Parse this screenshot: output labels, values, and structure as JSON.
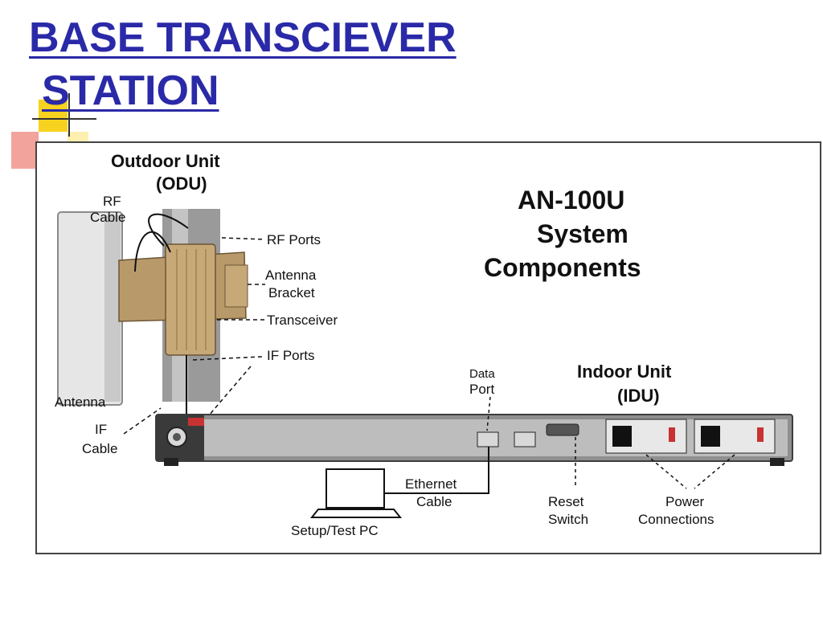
{
  "slide": {
    "title_line1": "BASE TRANSCIEVER",
    "title_line2": "STATION"
  },
  "diagram": {
    "heading": {
      "line1": "AN-100U",
      "line2": "System",
      "line3": "Components"
    },
    "odu": {
      "line1": "Outdoor Unit",
      "line2": "(ODU)"
    },
    "idu": {
      "line1": "Indoor Unit",
      "line2": "(IDU)"
    },
    "labels": {
      "rf_cable_1": "RF",
      "rf_cable_2": "Cable",
      "rf_ports": "RF Ports",
      "antenna_bracket_1": "Antenna",
      "antenna_bracket_2": "Bracket",
      "transceiver": "Transceiver",
      "if_ports": "IF Ports",
      "antenna": "Antenna",
      "if_cable_1": "IF",
      "if_cable_2": "Cable",
      "data_port_1": "Data",
      "data_port_2": "Port",
      "ethernet_cable_1": "Ethernet",
      "ethernet_cable_2": "Cable",
      "reset_switch_1": "Reset",
      "reset_switch_2": "Switch",
      "power_connections_1": "Power",
      "power_connections_2": "Connections",
      "setup_pc": "Setup/Test PC"
    }
  },
  "colors": {
    "title": "#2a2aa8",
    "deco_yellow": "#f7d21e",
    "deco_red": "#e8574a",
    "bracket": "#b89a6a",
    "pole": "#9a9a9a"
  }
}
